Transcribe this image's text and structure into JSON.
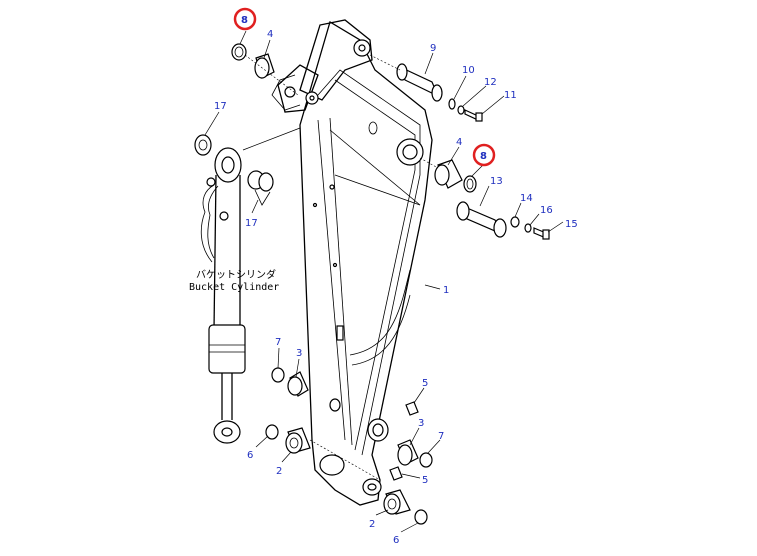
{
  "diagram": {
    "cylinder_label_jp": "バケットシリンダ",
    "cylinder_label_en": "Bucket Cylinder",
    "highlight_color": "#e02020",
    "label_color": "#1f2fbf",
    "callouts": [
      {
        "id": "c8a",
        "number": "8",
        "highlighted": true
      },
      {
        "id": "c4a",
        "number": "4"
      },
      {
        "id": "c9",
        "number": "9"
      },
      {
        "id": "c10",
        "number": "10"
      },
      {
        "id": "c12",
        "number": "12"
      },
      {
        "id": "c11",
        "number": "11"
      },
      {
        "id": "c17a",
        "number": "17"
      },
      {
        "id": "c4b",
        "number": "4"
      },
      {
        "id": "c8b",
        "number": "8",
        "highlighted": true
      },
      {
        "id": "c13",
        "number": "13"
      },
      {
        "id": "c14",
        "number": "14"
      },
      {
        "id": "c16",
        "number": "16"
      },
      {
        "id": "c15",
        "number": "15"
      },
      {
        "id": "c17b",
        "number": "17"
      },
      {
        "id": "c1",
        "number": "1"
      },
      {
        "id": "c7a",
        "number": "7"
      },
      {
        "id": "c3a",
        "number": "3"
      },
      {
        "id": "c5a",
        "number": "5"
      },
      {
        "id": "c3b",
        "number": "3"
      },
      {
        "id": "c7b",
        "number": "7"
      },
      {
        "id": "c6a",
        "number": "6"
      },
      {
        "id": "c2a",
        "number": "2"
      },
      {
        "id": "c5b",
        "number": "5"
      },
      {
        "id": "c2b",
        "number": "2"
      },
      {
        "id": "c6b",
        "number": "6"
      }
    ]
  }
}
